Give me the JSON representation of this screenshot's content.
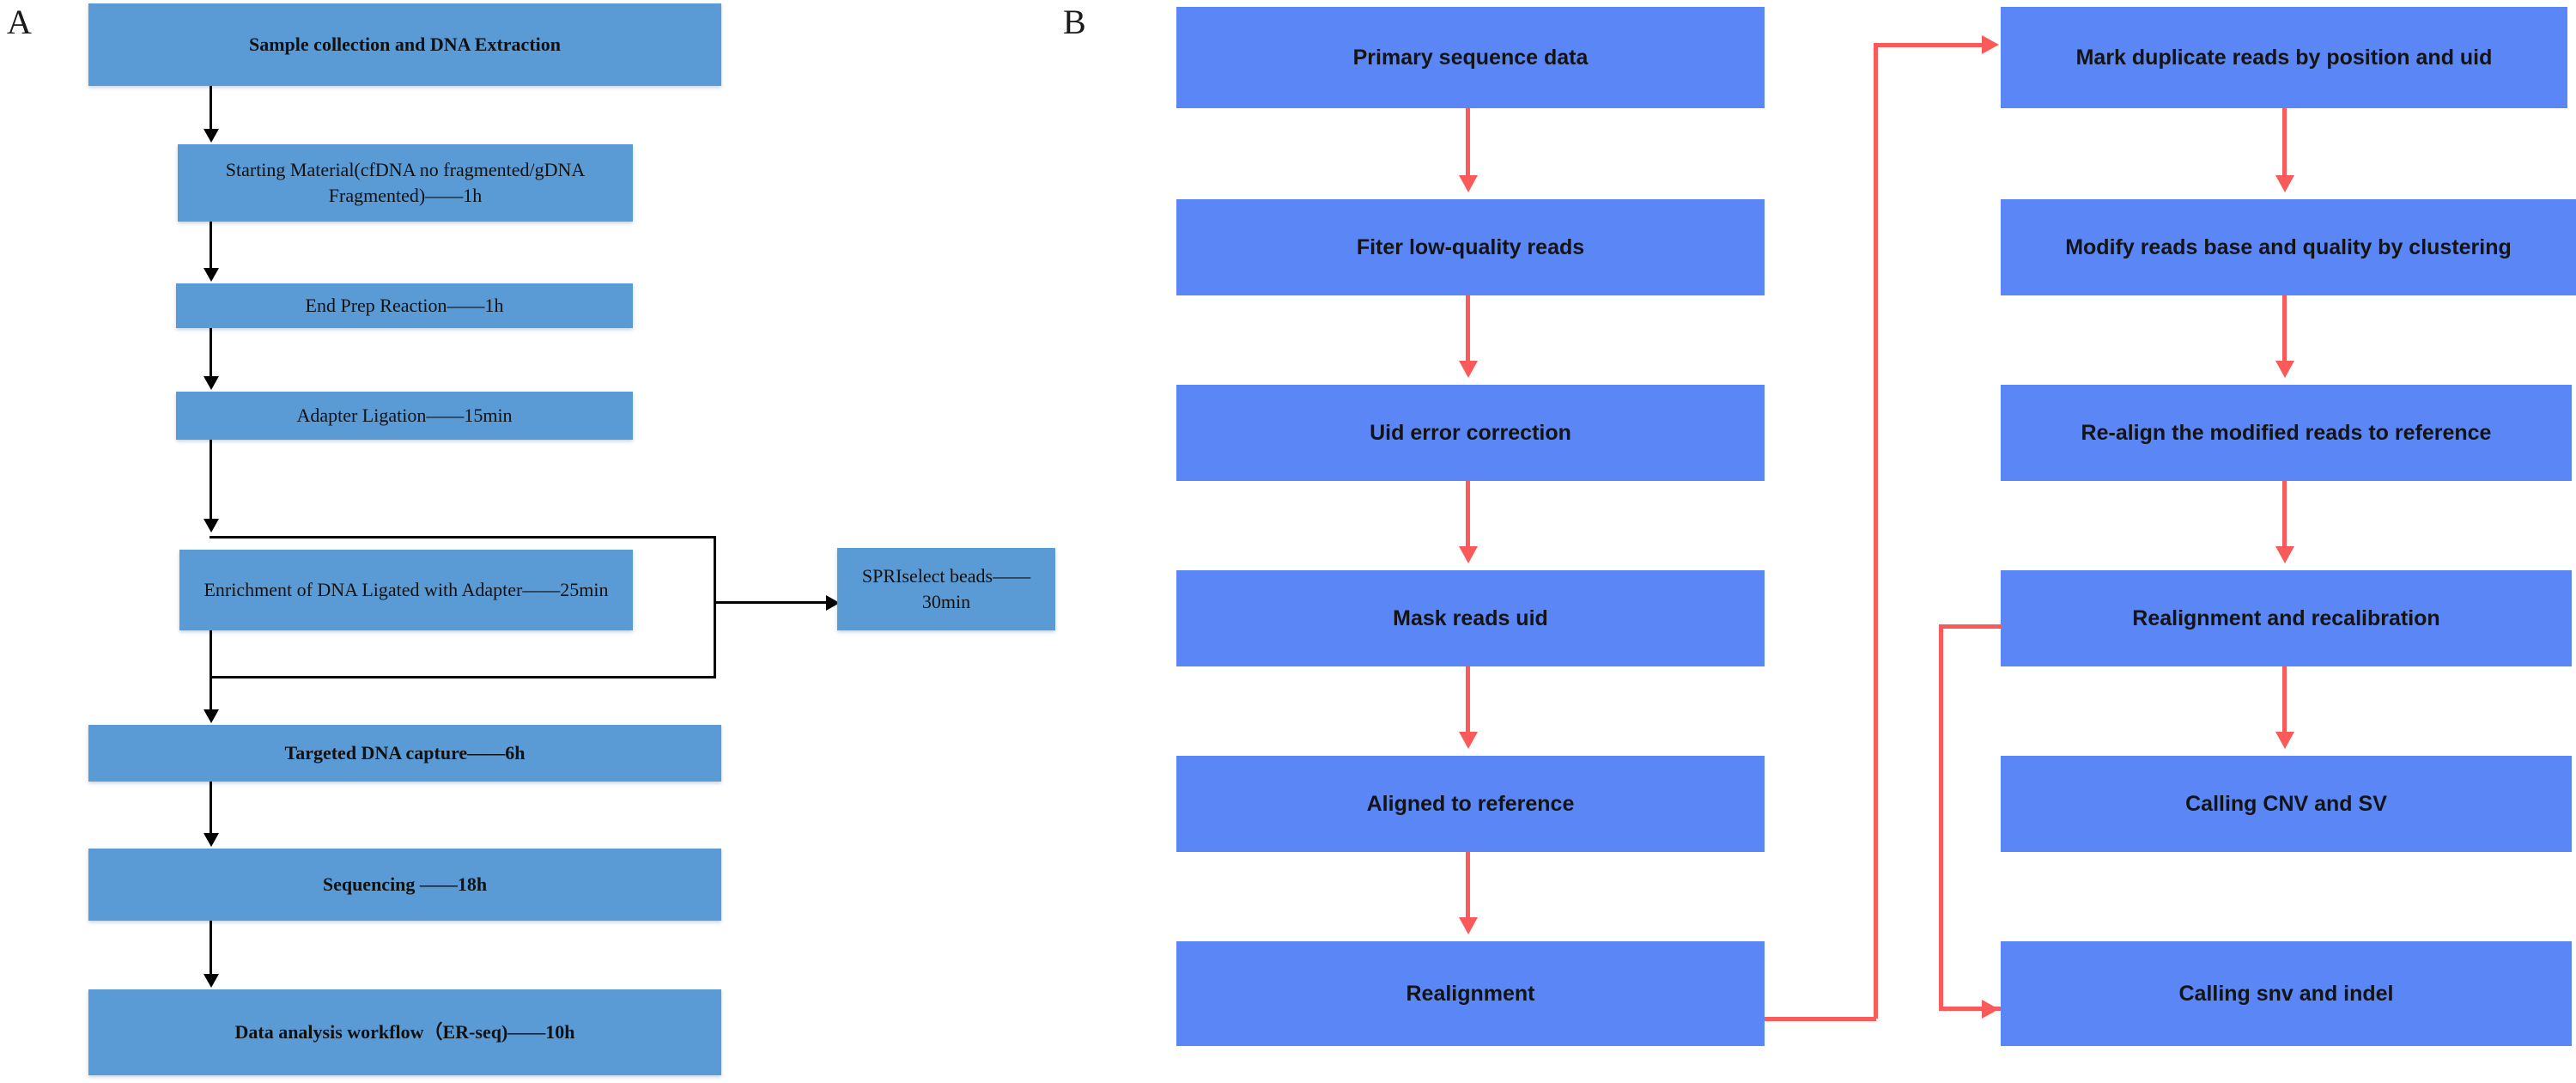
{
  "figure": {
    "type": "flowchart",
    "panels": [
      {
        "label": "A",
        "name": "library-preparation-workflow",
        "box_fill": "#5B9BD5",
        "connector_color": "#000000",
        "nodes": [
          {
            "id": "a1",
            "text": "Sample collection and DNA Extraction"
          },
          {
            "id": "a2",
            "text": "Starting Material(cfDNA no fragmented/gDNA Fragmented)——1h"
          },
          {
            "id": "a3",
            "text": "End Prep Reaction——1h"
          },
          {
            "id": "a4",
            "text": "Adapter Ligation——15min"
          },
          {
            "id": "a5",
            "text": "Enrichment of DNA Ligated with Adapter——25min"
          },
          {
            "id": "a6",
            "text": "SPRIselect beads——30min"
          },
          {
            "id": "a7",
            "text": "Targeted DNA capture——6h"
          },
          {
            "id": "a8",
            "text": "Sequencing ——18h"
          },
          {
            "id": "a9",
            "text": "Data analysis workflow（ER-seq)——10h"
          }
        ],
        "edges": [
          {
            "from": "a1",
            "to": "a2"
          },
          {
            "from": "a2",
            "to": "a3"
          },
          {
            "from": "a3",
            "to": "a4"
          },
          {
            "from": "a4",
            "to": "a5"
          },
          {
            "from": "a4",
            "to": "a6",
            "style": "bypass-right"
          },
          {
            "from": "a6",
            "to": "a7",
            "style": "bypass-right"
          },
          {
            "from": "a5",
            "to": "a7"
          },
          {
            "from": "a7",
            "to": "a8"
          },
          {
            "from": "a8",
            "to": "a9"
          }
        ]
      },
      {
        "label": "B",
        "name": "data-analysis-workflow",
        "box_fill": "#5B86F5",
        "connector_color": "#FA5A5A",
        "nodes": [
          {
            "id": "b1",
            "text": "Primary sequence data"
          },
          {
            "id": "b2",
            "text": "Fiter low-quality reads"
          },
          {
            "id": "b3",
            "text": "Uid error correction"
          },
          {
            "id": "b4",
            "text": "Mask reads uid"
          },
          {
            "id": "b5",
            "text": "Aligned to reference"
          },
          {
            "id": "b6",
            "text": "Realignment"
          },
          {
            "id": "b7",
            "text": "Mark duplicate reads by position and uid"
          },
          {
            "id": "b8",
            "text": "Modify reads base and quality by clustering"
          },
          {
            "id": "b9",
            "text": "Re-align the modified reads to reference"
          },
          {
            "id": "b10",
            "text": "Realignment and recalibration"
          },
          {
            "id": "b11",
            "text": "Calling CNV and SV"
          },
          {
            "id": "b12",
            "text": "Calling snv and indel"
          }
        ],
        "edges": [
          {
            "from": "b1",
            "to": "b2"
          },
          {
            "from": "b2",
            "to": "b3"
          },
          {
            "from": "b3",
            "to": "b4"
          },
          {
            "from": "b4",
            "to": "b5"
          },
          {
            "from": "b5",
            "to": "b6"
          },
          {
            "from": "b6",
            "to": "b7",
            "style": "right-up-right"
          },
          {
            "from": "b7",
            "to": "b8"
          },
          {
            "from": "b8",
            "to": "b9"
          },
          {
            "from": "b9",
            "to": "b10"
          },
          {
            "from": "b10",
            "to": "b11"
          },
          {
            "from": "b10",
            "to": "b12",
            "style": "left-down-right"
          }
        ]
      }
    ]
  }
}
